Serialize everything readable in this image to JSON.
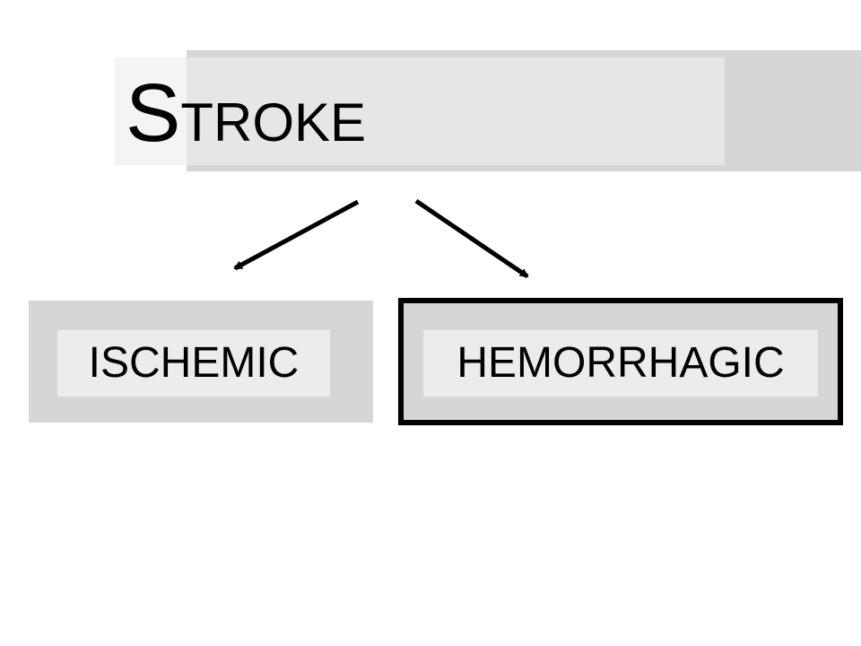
{
  "title": {
    "initial": "S",
    "rest": "TROKE"
  },
  "categories": [
    {
      "label": "ISCHEMIC"
    },
    {
      "label": "HEMORRHAGIC"
    }
  ],
  "colors": {
    "background": "#ffffff",
    "panel_gray": "#d6d6d6",
    "label_panel": "#ececec",
    "title_front": "#e6e6e6",
    "title_accent": "#f4f4f4",
    "text": "#000000"
  }
}
